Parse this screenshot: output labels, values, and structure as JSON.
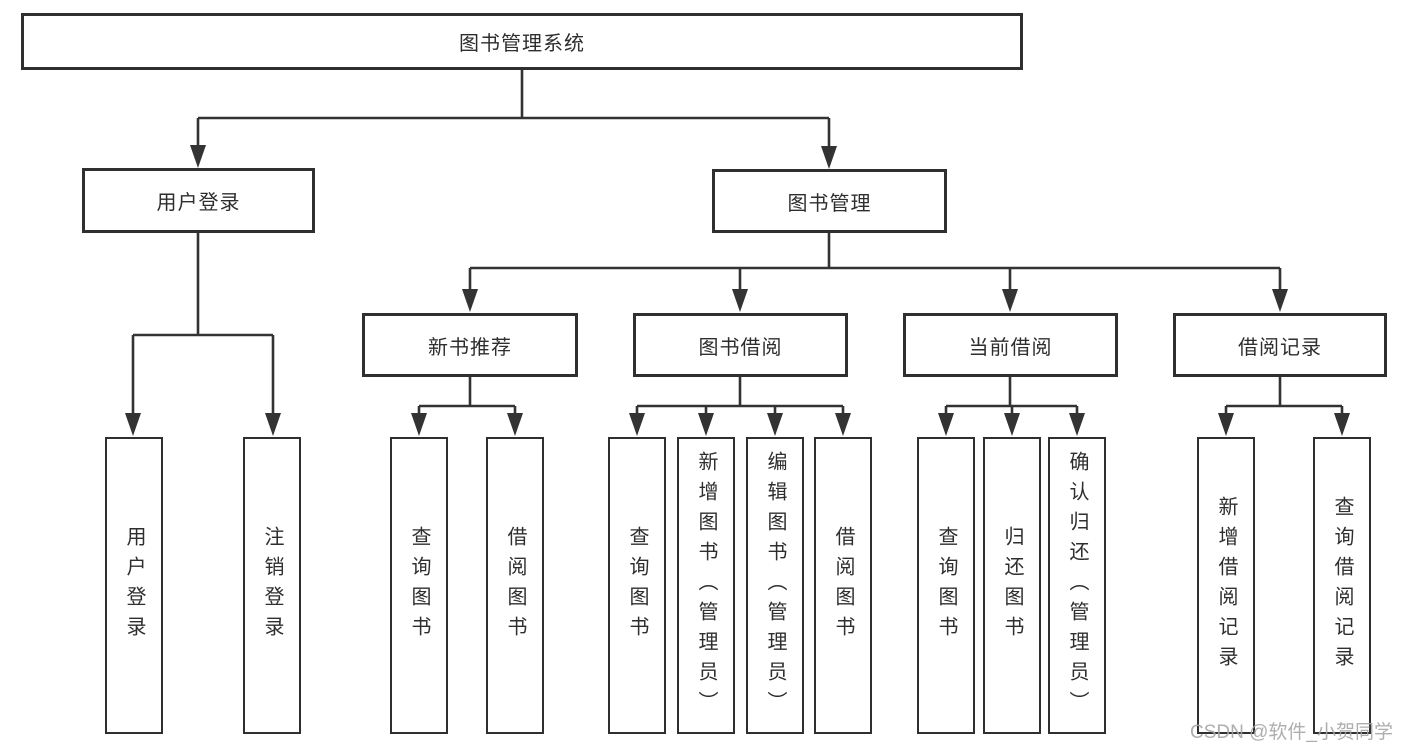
{
  "diagram": {
    "title": "图书管理系统",
    "root": {
      "label": "图书管理系统"
    },
    "level2": [
      {
        "label": "用户登录"
      },
      {
        "label": "图书管理"
      }
    ],
    "level3": [
      {
        "label": "新书推荐",
        "parent": "图书管理"
      },
      {
        "label": "图书借阅",
        "parent": "图书管理"
      },
      {
        "label": "当前借阅",
        "parent": "图书管理"
      },
      {
        "label": "借阅记录",
        "parent": "图书管理"
      }
    ],
    "level4": [
      {
        "label": "用户登录",
        "parent": "用户登录"
      },
      {
        "label": "注销登录",
        "parent": "用户登录"
      },
      {
        "label": "查询图书",
        "parent": "新书推荐"
      },
      {
        "label": "借阅图书",
        "parent": "新书推荐"
      },
      {
        "label": "查询图书",
        "parent": "图书借阅"
      },
      {
        "label": "新增图书（管理员）",
        "parent": "图书借阅"
      },
      {
        "label": "编辑图书（管理员）",
        "parent": "图书借阅"
      },
      {
        "label": "借阅图书",
        "parent": "图书借阅"
      },
      {
        "label": "查询图书",
        "parent": "当前借阅"
      },
      {
        "label": "归还图书",
        "parent": "当前借阅"
      },
      {
        "label": "确认归还（管理员）",
        "parent": "当前借阅"
      },
      {
        "label": "新增借阅记录",
        "parent": "借阅记录"
      },
      {
        "label": "查询借阅记录",
        "parent": "借阅记录"
      }
    ],
    "colors": {
      "line": "#333333",
      "box_border": "#2f2f2f",
      "text": "#2e2e2e",
      "background": "#ffffff",
      "watermark": "#a5a5a5"
    },
    "watermark": "CSDN @软件_小贺同学"
  }
}
